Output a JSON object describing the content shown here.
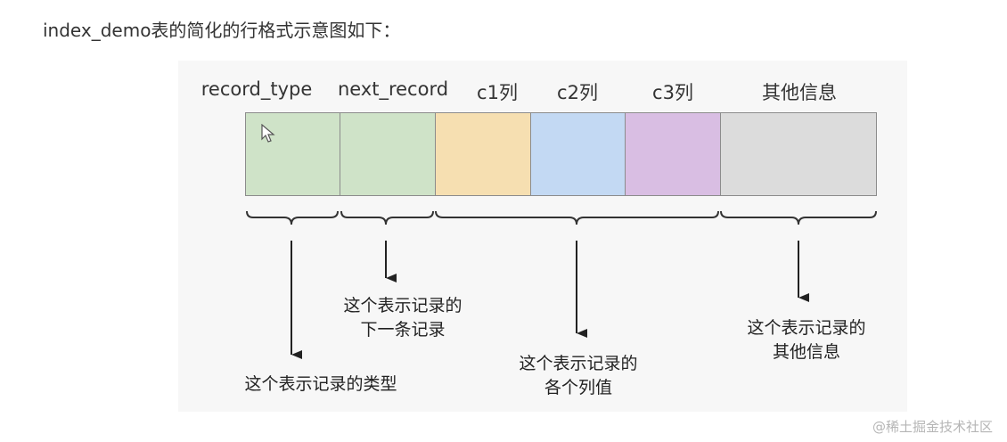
{
  "heading": "index_demo表的简化的行格式示意图如下：",
  "columns": [
    {
      "label": "record_type",
      "color": "#cfe3c8"
    },
    {
      "label": "next_record",
      "color": "#cfe3c8"
    },
    {
      "label": "c1列",
      "color": "#f6dfb1"
    },
    {
      "label": "c2列",
      "color": "#c3d9f3"
    },
    {
      "label": "c3列",
      "color": "#d9bee3"
    },
    {
      "label": "其他信息",
      "color": "#dcdcdc"
    }
  ],
  "notes": [
    {
      "lines": [
        "这个表示记录的类型"
      ]
    },
    {
      "lines": [
        "这个表示记录的",
        "下一条记录"
      ]
    },
    {
      "lines": [
        "这个表示记录的",
        "各个列值"
      ]
    },
    {
      "lines": [
        "这个表示记录的",
        "其他信息"
      ]
    }
  ],
  "watermark": "@稀土掘金技术社区",
  "icons": {
    "cursor": "mouse-pointer-icon"
  }
}
